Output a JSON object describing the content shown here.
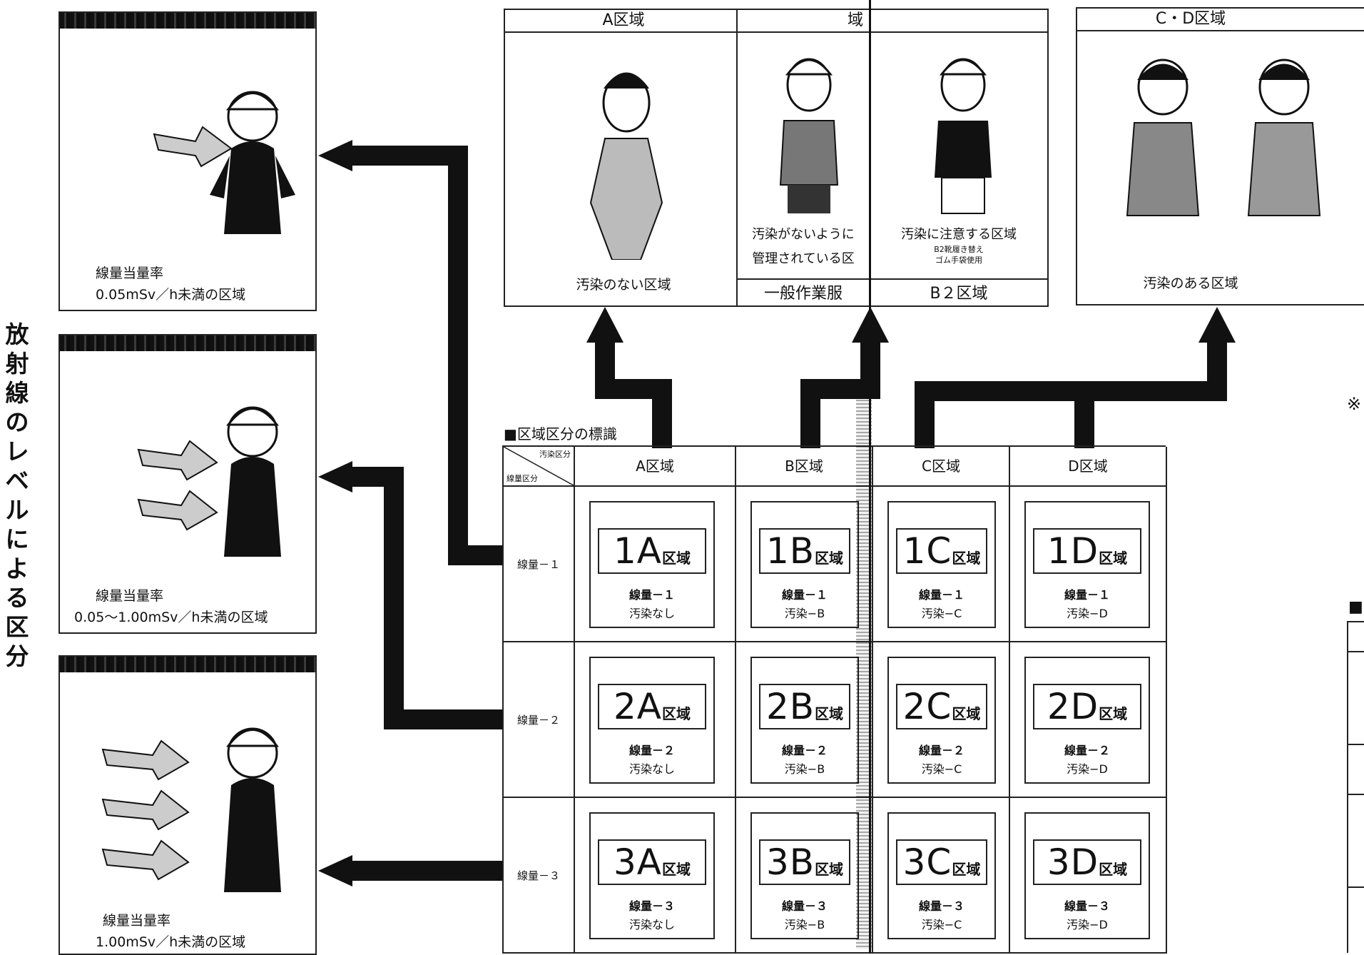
{
  "title_vertical": "放射線のレベルによる区分",
  "dose_panels": [
    {
      "label": "線量当量率",
      "value": "0.05mSv／h未満の区域"
    },
    {
      "label": "線量当量率",
      "value": "0.05〜1.00mSv／h未満の区域"
    },
    {
      "label": "線量当量率",
      "value": "1.00mSv／h未満の区域"
    }
  ],
  "zone_cards": {
    "a": {
      "title": "A区域",
      "caption": "汚染のない区域"
    },
    "b_left": {
      "title": "域",
      "caption_line1": "汚染がないように",
      "caption_line2": "管理されている区",
      "footer": "一般作業服"
    },
    "b_right": {
      "caption_main": "汚染に注意する区域",
      "caption_sub1": "B2靴履き替え",
      "caption_sub2": "ゴム手袋使用",
      "footer": "B２区域"
    },
    "cd": {
      "title": "C・D区域",
      "caption": "汚染のある区域"
    }
  },
  "table_heading": "■区域区分の標識",
  "corner": {
    "top": "汚染区分",
    "bottom": "線量区分"
  },
  "columns": [
    "A区域",
    "B区域",
    "C区域",
    "D区域"
  ],
  "rows": [
    "線量－１",
    "線量－２",
    "線量－３"
  ],
  "signs": [
    [
      {
        "big": "1A",
        "small": "区域",
        "l1": "線量－１",
        "l2": "汚染なし"
      },
      {
        "big": "1B",
        "small": "区域",
        "l1": "線量－１",
        "l2": "汚染−B"
      },
      {
        "big": "1C",
        "small": "区域",
        "l1": "線量－１",
        "l2": "汚染−C"
      },
      {
        "big": "1D",
        "small": "区域",
        "l1": "線量－１",
        "l2": "汚染−D"
      }
    ],
    [
      {
        "big": "2A",
        "small": "区域",
        "l1": "線量－２",
        "l2": "汚染なし"
      },
      {
        "big": "2B",
        "small": "区域",
        "l1": "線量－２",
        "l2": "汚染−B"
      },
      {
        "big": "2C",
        "small": "区域",
        "l1": "線量－２",
        "l2": "汚染−C"
      },
      {
        "big": "2D",
        "small": "区域",
        "l1": "線量－２",
        "l2": "汚染−D"
      }
    ],
    [
      {
        "big": "3A",
        "small": "区域",
        "l1": "線量－３",
        "l2": "汚染なし"
      },
      {
        "big": "3B",
        "small": "区域",
        "l1": "線量－３",
        "l2": "汚染−B"
      },
      {
        "big": "3C",
        "small": "区域",
        "l1": "線量－３",
        "l2": "汚染−C"
      },
      {
        "big": "3D",
        "small": "区域",
        "l1": "線量－３",
        "l2": "汚染−D"
      }
    ]
  ],
  "edge_marks": {
    "asterisk": "※",
    "square": "■"
  }
}
